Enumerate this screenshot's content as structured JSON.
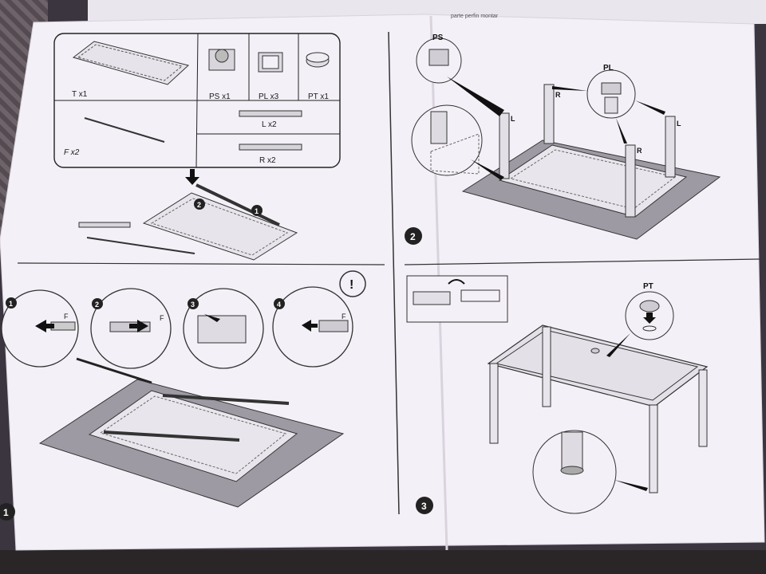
{
  "parts": {
    "table_top": "T x1",
    "stopper": "PS x1",
    "leg_pad": "PL x3",
    "cap": "PT x1",
    "frame_bar": "F x2",
    "leg_long": "L x2",
    "leg_r": "R x2"
  },
  "step1": {
    "number": "1",
    "sub_steps": [
      "1",
      "2",
      "3",
      "4"
    ],
    "callout_f": "F",
    "warning_mark": "!",
    "marker_1": "1",
    "marker_2": "2"
  },
  "step2": {
    "number": "2",
    "label_ps": "PS",
    "label_pl": "PL",
    "label_l_left": "L",
    "label_r_left": "R",
    "label_l_right": "L",
    "label_r_right": "R",
    "header_text": "parte perfin montar"
  },
  "step3": {
    "number": "3",
    "label_pt": "PT"
  },
  "colors": {
    "paper": "#f4f0f7",
    "ink": "#222222",
    "shadow_mat": "#9e9aa4"
  }
}
